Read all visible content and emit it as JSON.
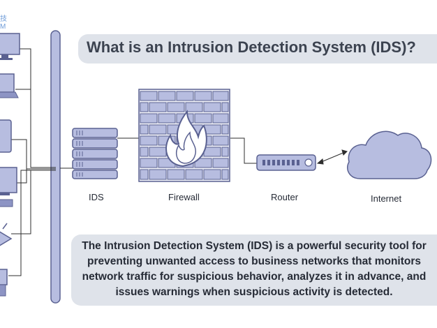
{
  "title": "What is an Intrusion Detection System (IDS)?",
  "nodes": {
    "ids": "IDS",
    "firewall": "Firewall",
    "router": "Router",
    "internet": "Internet"
  },
  "logo": {
    "line1": "技",
    "line2": "M"
  },
  "description": [
    "The Intrusion Detection System (IDS) is a powerful security tool for",
    "preventing unwanted access to business networks that monitors",
    "network traffic for suspicious behavior, analyzes it in advance, and",
    "issues warnings when suspicious activity is detected."
  ],
  "colors": {
    "device_fill": "#b7bde0",
    "device_stroke": "#5a6191",
    "panel_bg": "#dfe3ea",
    "title_text": "#3c4350",
    "line": "#2e2e2e"
  }
}
